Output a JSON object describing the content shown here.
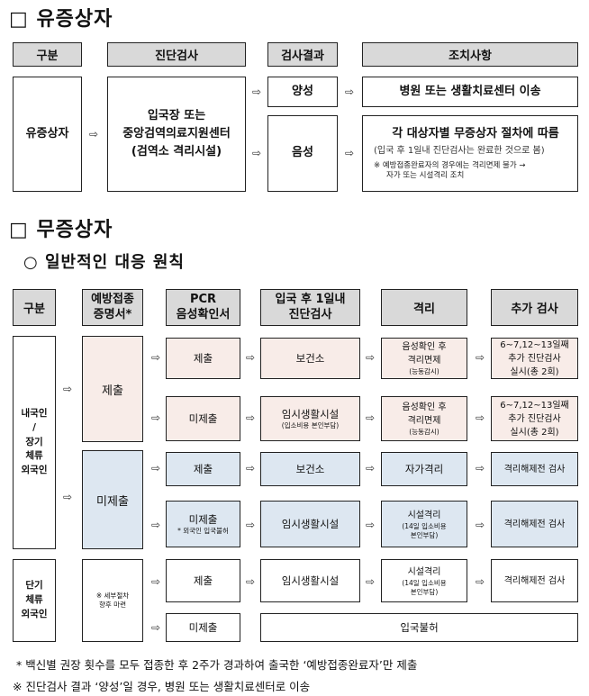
{
  "section1": {
    "title": "□ 유증상자",
    "headers": [
      "구분",
      "진단검사",
      "검사결과",
      "조치사항"
    ],
    "category": "유증상자",
    "test_lines": [
      "입국장 또는",
      "중앙검역의료지원센터",
      "(검역소 격리시설)"
    ],
    "result_positive": "양성",
    "result_negative": "음성",
    "action_positive": "병원 또는 생활치료센터 이송",
    "action_negative_title": "각 대상자별 무증상자 절차에 따름",
    "action_negative_sub": "(입국 후 1일내 진단검사는 완료한 것으로 봄)",
    "action_negative_note1": "※ 예방접종완료자의 경우에는 격리면제 불가 →",
    "action_negative_note2": "자가 또는 시설격리 조치"
  },
  "section2": {
    "title": "□ 무증상자",
    "subtitle": "○ 일반적인 대응 원칙",
    "headers": {
      "category": "구분",
      "cert_1": "예방접종",
      "cert_2": "증명서*",
      "pcr_1": "PCR",
      "pcr_2": "음성확인서",
      "test_1": "입국 후 1일내",
      "test_2": "진단검사",
      "quarantine": "격리",
      "extra": "추가 검사"
    },
    "domestic": {
      "label_lines": [
        "내국인",
        "/",
        "장기",
        "체류",
        "외국인"
      ],
      "submitted": "제출",
      "not_submitted": "미제출",
      "rows": [
        {
          "pcr": "제출",
          "test": "보건소",
          "quarantine_lines": [
            "음성확인 후",
            "격리면제",
            "(능동감시)"
          ],
          "extra_lines": [
            "6~7,12~13일째",
            "추가 진단검사",
            "실시(총 2회)"
          ]
        },
        {
          "pcr": "미제출",
          "test_lines": [
            "임시생활시설",
            "(입소비용 본인부담)"
          ],
          "quarantine_lines": [
            "음성확인 후",
            "격리면제",
            "(능동감시)"
          ],
          "extra_lines": [
            "6~7,12~13일째",
            "추가 진단검사",
            "실시(총 2회)"
          ]
        },
        {
          "pcr": "제출",
          "test": "보건소",
          "quarantine": "자가격리",
          "extra": "격리해제전 검사"
        },
        {
          "pcr": "미제출",
          "pcr_note": "* 외국인 입국불허",
          "test": "임시생활시설",
          "quarantine_lines": [
            "시설격리",
            "(14일 입소비용",
            "본인부담)"
          ],
          "extra": "격리해제전 검사"
        }
      ]
    },
    "short_term": {
      "label_lines": [
        "단기",
        "체류",
        "외국인"
      ],
      "cert_lines": [
        "※ 세부절차",
        "향후 마련"
      ],
      "rows": [
        {
          "pcr": "제출",
          "test": "임시생활시설",
          "quarantine_lines": [
            "시설격리",
            "(14일 입소비용",
            "본인부담)"
          ],
          "extra": "격리해제전 검사"
        },
        {
          "pcr": "미제출",
          "result": "입국불허"
        }
      ]
    },
    "arrow": "⇨"
  },
  "footnotes": {
    "note1": "* 백신별 권장 횟수를 모두 접종한 후 2주가 경과하여 출국한 ‘예방접종완료자’만 제출",
    "note2": "※ 진단검사 결과 ‘양성’일 경우, 병원 또는 생활치료센터로 이송"
  }
}
